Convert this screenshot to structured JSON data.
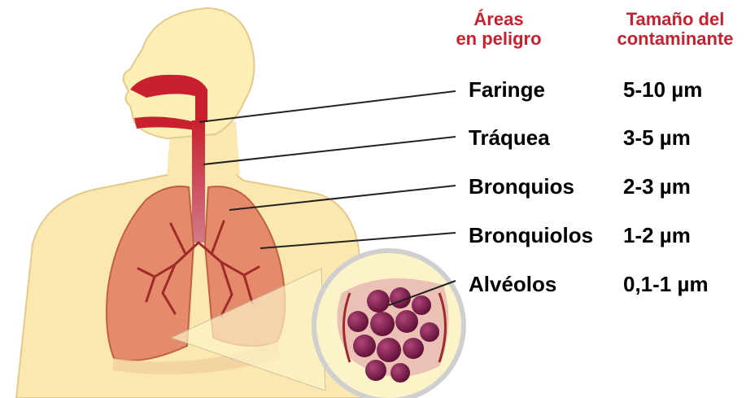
{
  "headers": {
    "areas": [
      "Áreas",
      "en peligro"
    ],
    "size": [
      "Tamaño del",
      "contaminante"
    ]
  },
  "rows": [
    {
      "area": "Faringe",
      "size": "5-10 µm"
    },
    {
      "area": "Tráquea",
      "size": "3-5  µm"
    },
    {
      "area": "Bronquios",
      "size": "2-3 µm"
    },
    {
      "area": "Bronquiolos",
      "size": "1-2 µm"
    },
    {
      "area": "Alvéolos",
      "size": "0,1-1 µm"
    }
  ],
  "colors": {
    "header_text": "#c8202e",
    "body_skin": "#fbe7b0",
    "head_skin": "#fcefb6",
    "lung": "#e58a6a",
    "airway": "#b0304a",
    "alveoli": "#8a1b4a"
  }
}
